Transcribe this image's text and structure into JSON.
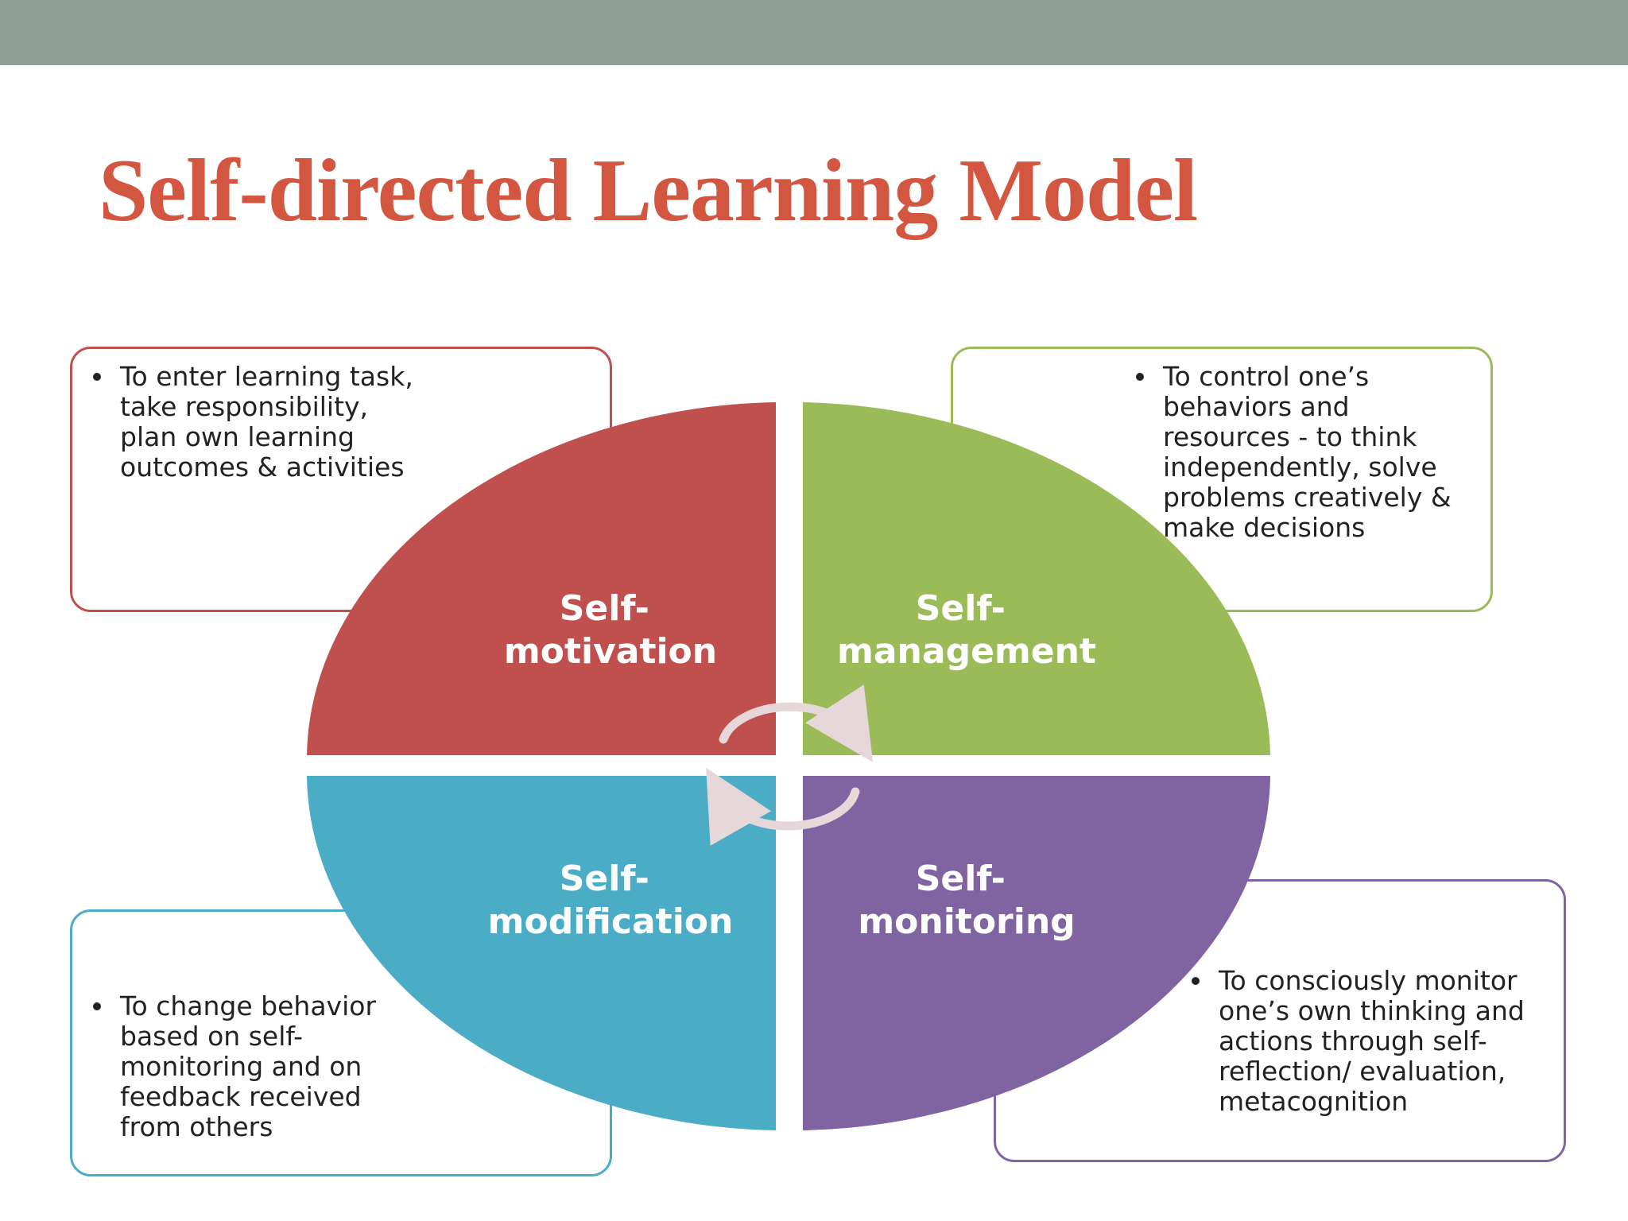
{
  "slide": {
    "title": "Self-directed Learning Model",
    "accent_color": "#d35641",
    "top_bar_color": "#8f9f97"
  },
  "quadrants": {
    "motivation": {
      "line1": "Self-",
      "line2": "motivation",
      "color": "#c0504d"
    },
    "management": {
      "line1": "Self-",
      "line2": "management",
      "color": "#9bbb59"
    },
    "modification": {
      "line1": "Self-",
      "line2": "modification",
      "color": "#4bacc6"
    },
    "monitoring": {
      "line1": "Self-",
      "line2": "monitoring",
      "color": "#8064a2"
    }
  },
  "notes": {
    "motivation": "To enter learning task, take responsibility, plan own learning outcomes & activities",
    "management": "To control one’s behaviors and resources - to think independently, solve problems creatively & make decisions",
    "modification": "To change behavior based on self-monitoring and on feedback received from others",
    "monitoring": "To consciously monitor one’s own thinking and actions through self-reflection/ evaluation, metacognition"
  },
  "cycle_icon": "cycle-arrows-icon"
}
